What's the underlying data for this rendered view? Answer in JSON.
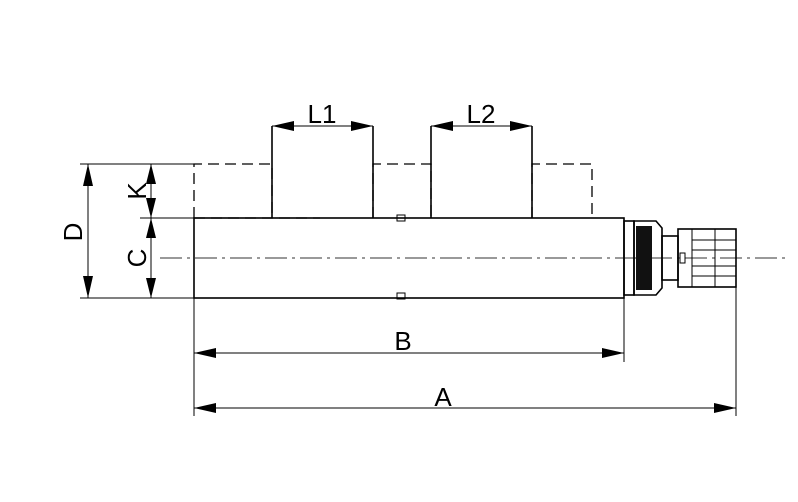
{
  "labels": {
    "L1": "L1",
    "L2": "L2",
    "K": "K",
    "D": "D",
    "C": "C",
    "B": "B",
    "A": "A"
  },
  "colors": {
    "line": "#000000",
    "background": "#ffffff"
  }
}
